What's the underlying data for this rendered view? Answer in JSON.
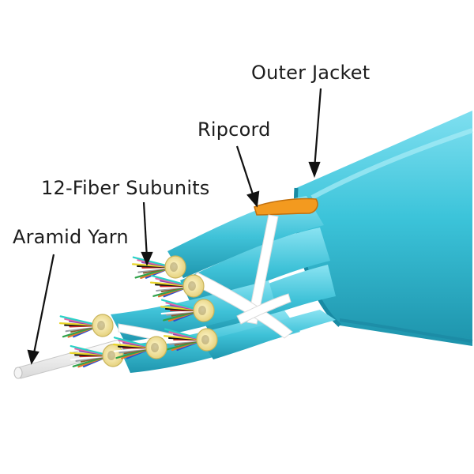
{
  "labels": {
    "outer_jacket": "Outer Jacket",
    "ripcord": "Ripcord",
    "subunits": "12-Fiber Subunits",
    "aramid_yarn": "Aramid Yarn"
  },
  "colors": {
    "jacket": "#36bfd6",
    "jacket_dark": "#1f9db5",
    "jacket_light": "#8fe3f0",
    "ripcord": "#f2991e",
    "aramid": "#ffffff",
    "buffer_tube": "#f2e6a0",
    "arrow": "#111111"
  },
  "fiber_colors": [
    "#2b4fd1",
    "#e2772b",
    "#2fa24a",
    "#8a5a2b",
    "#9aa0a6",
    "#ffffff",
    "#d12b2b",
    "#111111",
    "#e8d52b",
    "#8e44ad",
    "#e46aa8",
    "#2bd1c7"
  ]
}
